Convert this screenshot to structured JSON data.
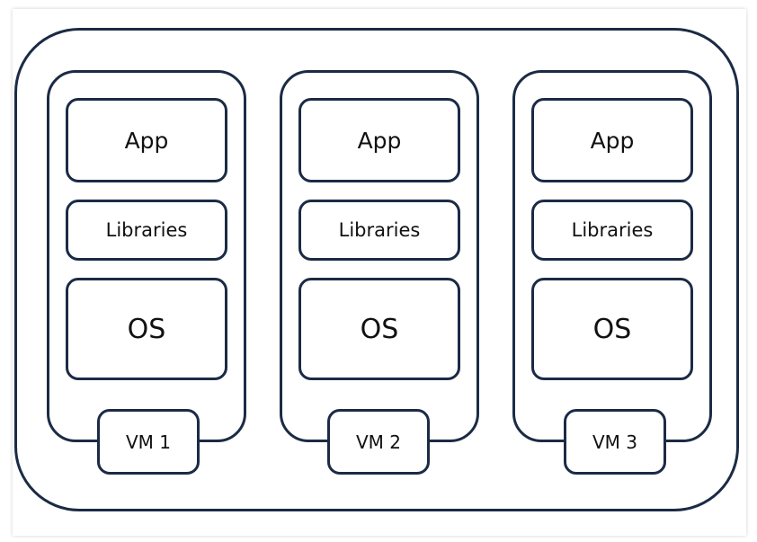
{
  "colors": {
    "stroke": "#1b2b45",
    "text": "#111111",
    "background": "#ffffff"
  },
  "vms": [
    {
      "app": "App",
      "libraries": "Libraries",
      "os": "OS",
      "label": "VM 1"
    },
    {
      "app": "App",
      "libraries": "Libraries",
      "os": "OS",
      "label": "VM 2"
    },
    {
      "app": "App",
      "libraries": "Libraries",
      "os": "OS",
      "label": "VM 3"
    }
  ]
}
